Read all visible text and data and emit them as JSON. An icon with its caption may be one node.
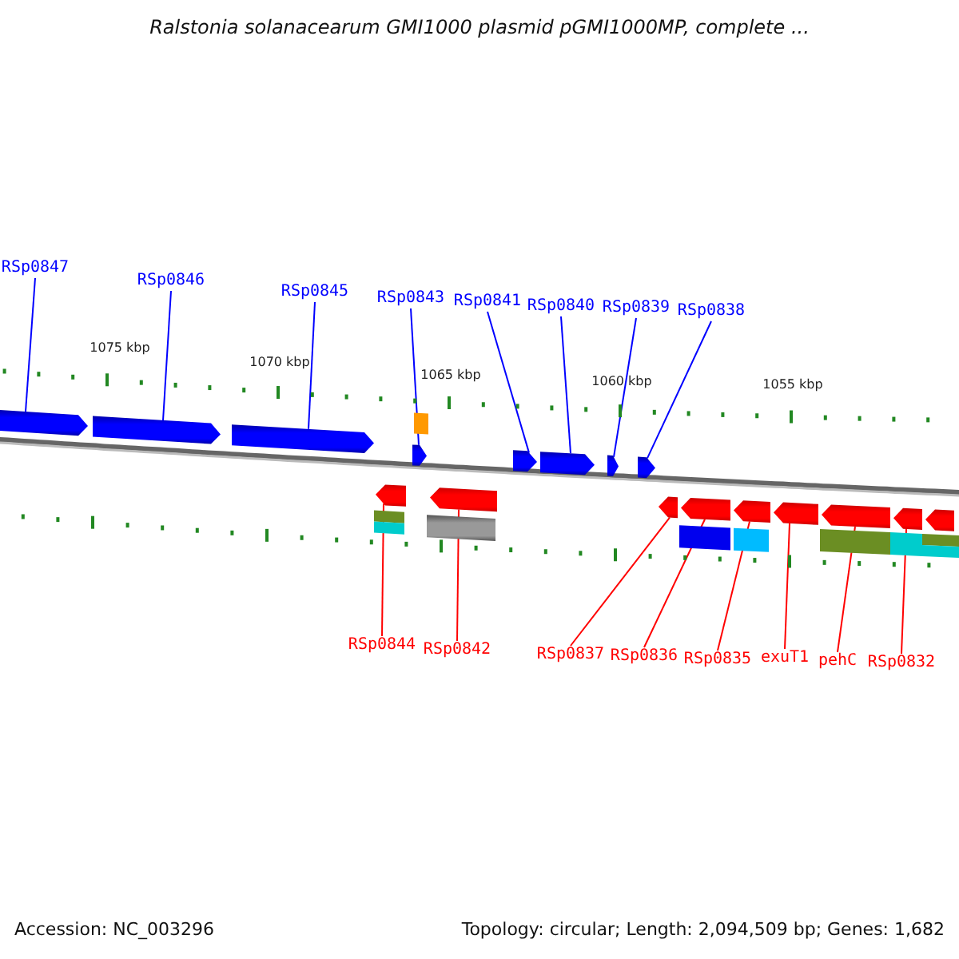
{
  "diagram": {
    "title": "Ralstonia solanacearum GMI1000 plasmid pGMI1000MP, complete ...",
    "nodes": [
      {
        "text": [
          "RSp0847"
        ]
      },
      {
        "text": [
          "RSp0846"
        ]
      },
      {
        "text": [
          "RSp0845"
        ]
      },
      {
        "text": [
          "RSp0843"
        ]
      },
      {
        "text": [
          "RSp0841"
        ]
      },
      {
        "text": [
          "RSp0840"
        ]
      },
      {
        "text": [
          "RSp0839"
        ]
      },
      {
        "text": [
          "RSp0838"
        ]
      },
      {
        "text": [
          "RSp0844"
        ]
      },
      {
        "text": [
          "RSp0842"
        ]
      },
      {
        "text": [
          "RSp0837"
        ]
      },
      {
        "text": [
          "RSp0836"
        ]
      },
      {
        "text": [
          "RSp0835"
        ]
      },
      {
        "text": [
          "exuT1"
        ]
      },
      {
        "text": [
          "pehC"
        ]
      },
      {
        "text": [
          "RSp0832"
        ]
      },
      {
        "text": [],
        "shape": "arrow"
      },
      {
        "text": [],
        "shape": "arrow"
      },
      {
        "text": [],
        "shape": "arrow"
      },
      {
        "text": [],
        "shape": "arrow"
      },
      {
        "text": [],
        "shape": "arrow"
      },
      {
        "text": [],
        "shape": "arrow"
      },
      {
        "text": [],
        "shape": "arrow"
      },
      {
        "text": [],
        "shape": "arrow"
      },
      {
        "text": [],
        "shape": "arrow"
      },
      {
        "text": [],
        "shape": "arrow"
      },
      {
        "text": [],
        "shape": "arrow"
      },
      {
        "text": [],
        "shape": "arrow"
      },
      {
        "text": [],
        "shape": "arrow"
      },
      {
        "text": [],
        "shape": "arrow"
      },
      {
        "text": [],
        "shape": "arrow"
      },
      {
        "text": [],
        "shape": "arrow"
      },
      {
        "text": [],
        "shape": "arrow"
      }
    ],
    "edges": [
      {
        "from": 0,
        "to": 16,
        "arrow": "none",
        "color": "#0000ff"
      },
      {
        "from": 1,
        "to": 17,
        "arrow": "none",
        "color": "#0000ff"
      },
      {
        "from": 2,
        "to": 18,
        "arrow": "none",
        "color": "#0000ff"
      },
      {
        "from": 3,
        "to": 19,
        "arrow": "none",
        "color": "#0000ff"
      },
      {
        "from": 4,
        "to": 20,
        "arrow": "none",
        "color": "#0000ff"
      },
      {
        "from": 5,
        "to": 21,
        "arrow": "none",
        "color": "#0000ff"
      },
      {
        "from": 6,
        "to": 22,
        "arrow": "none",
        "color": "#0000ff"
      },
      {
        "from": 7,
        "to": 23,
        "arrow": "none",
        "color": "#0000ff"
      },
      {
        "from": 8,
        "to": 24,
        "arrow": "none",
        "color": "#ff0000"
      },
      {
        "from": 9,
        "to": 25,
        "arrow": "none",
        "color": "#ff0000"
      },
      {
        "from": 10,
        "to": 26,
        "arrow": "none",
        "color": "#ff0000"
      },
      {
        "from": 11,
        "to": 27,
        "arrow": "none",
        "color": "#ff0000"
      },
      {
        "from": 12,
        "to": 28,
        "arrow": "none",
        "color": "#ff0000"
      },
      {
        "from": 13,
        "to": 29,
        "arrow": "none",
        "color": "#ff0000"
      },
      {
        "from": 14,
        "to": 30,
        "arrow": "none",
        "color": "#ff0000"
      },
      {
        "from": 15,
        "to": 31,
        "arrow": "none",
        "color": "#ff0000"
      }
    ],
    "labels": [
      "1075 kbp",
      "1070 kbp",
      "1065 kbp",
      "1060 kbp",
      "1055 kbp",
      "Accession: NC_003296",
      "Topology: circular; Length: 2,094,509 bp; Genes: 1,682"
    ]
  }
}
